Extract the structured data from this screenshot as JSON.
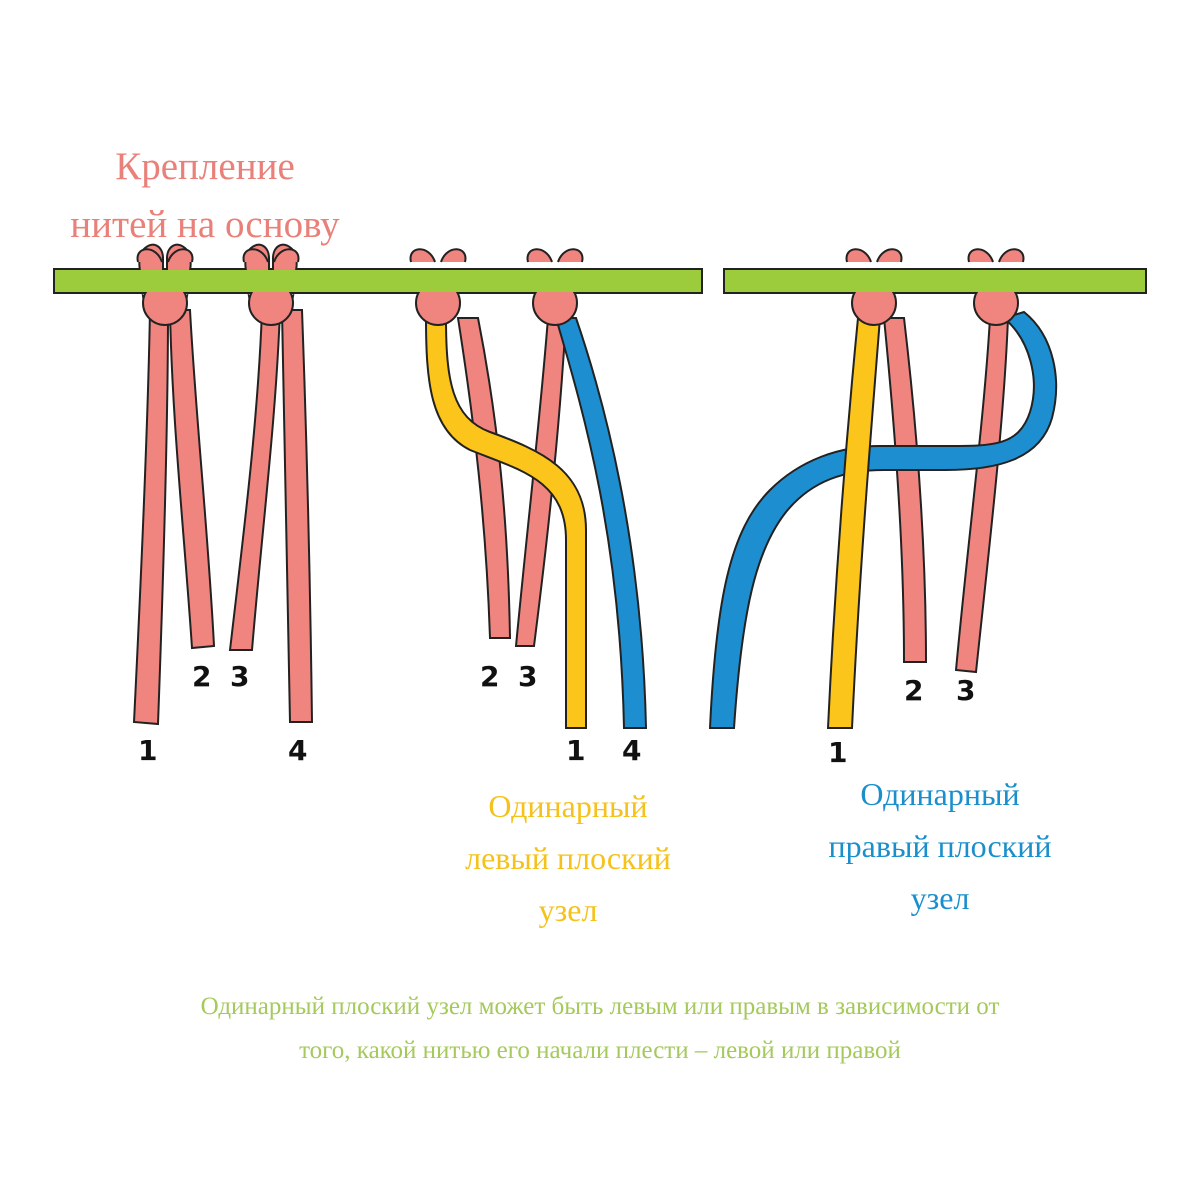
{
  "title": {
    "line1": "Крепление",
    "line2": "нитей на основу"
  },
  "left_knot_caption": {
    "line1": "Одинарный",
    "line2": "левый плоский",
    "line3": "узел"
  },
  "right_knot_caption": {
    "line1": "Одинарный",
    "line2": "правый плоский",
    "line3": "узел"
  },
  "footer": {
    "line1": "Одинарный плоский узел может быть левым или правым в зависимости от",
    "line2": "того, какой нитью его начали плести – левой или правой"
  },
  "labels": {
    "mount": {
      "n1": "1",
      "n2": "2",
      "n3": "3",
      "n4": "4"
    },
    "left_knot": {
      "n2": "2",
      "n3": "3",
      "n1": "1",
      "n4": "4"
    },
    "right_knot": {
      "n1": "1",
      "n2": "2",
      "n3": "3"
    }
  },
  "colors": {
    "base_rod": "#9ccc3c",
    "thread_pink": "#f0847f",
    "thread_yellow": "#fbc51b",
    "thread_blue": "#1d8fd0",
    "title": "#e98079",
    "footer": "#a5c95b"
  }
}
